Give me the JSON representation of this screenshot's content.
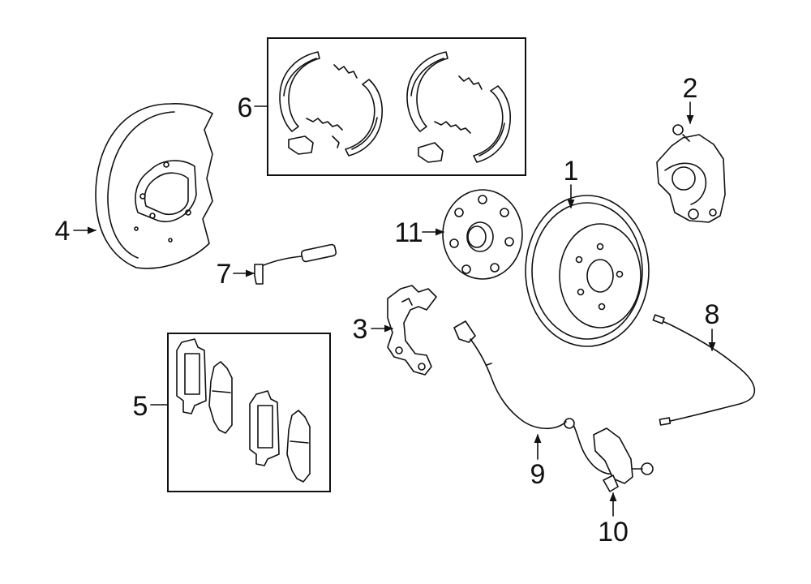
{
  "callouts": [
    {
      "id": "1",
      "text": "1"
    },
    {
      "id": "2",
      "text": "2"
    },
    {
      "id": "3",
      "text": "3"
    },
    {
      "id": "4",
      "text": "4"
    },
    {
      "id": "5",
      "text": "5"
    },
    {
      "id": "6",
      "text": "6"
    },
    {
      "id": "7",
      "text": "7"
    },
    {
      "id": "8",
      "text": "8"
    },
    {
      "id": "9",
      "text": "9"
    },
    {
      "id": "10",
      "text": "10"
    },
    {
      "id": "11",
      "text": "11"
    }
  ],
  "colors": {
    "ink": "#111111",
    "background": "#ffffff"
  }
}
